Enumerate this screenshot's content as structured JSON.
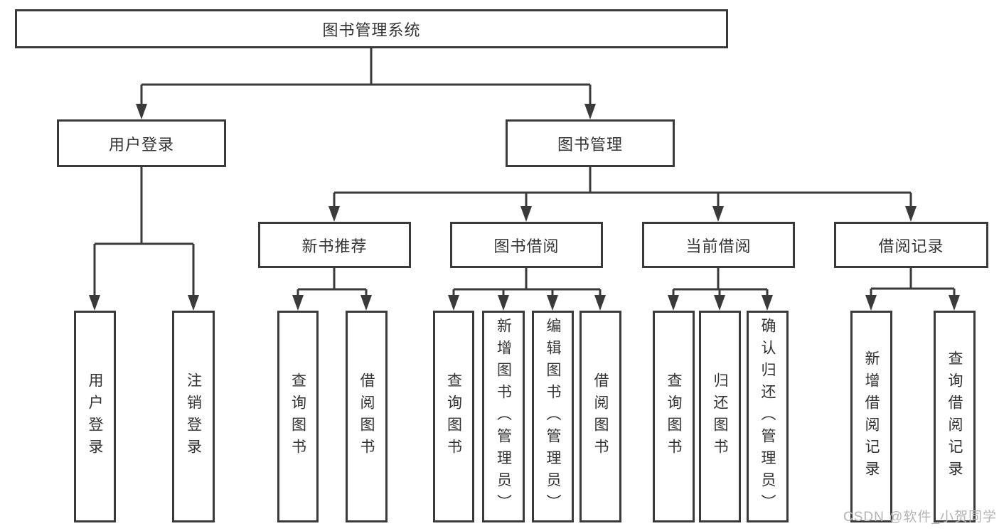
{
  "diagram": {
    "root": {
      "label": "图书管理系统"
    },
    "level2": [
      {
        "label": "用户登录"
      },
      {
        "label": "图书管理"
      }
    ],
    "level3": [
      {
        "label": "新书推荐"
      },
      {
        "label": "图书借阅"
      },
      {
        "label": "当前借阅"
      },
      {
        "label": "借阅记录"
      }
    ],
    "level4": [
      {
        "label": "用户登录"
      },
      {
        "label": "注销登录"
      },
      {
        "label": "查询图书"
      },
      {
        "label": "借阅图书"
      },
      {
        "label": "查询图书"
      },
      {
        "label": "新增图书（管理员）"
      },
      {
        "label": "编辑图书（管理员）"
      },
      {
        "label": "借阅图书"
      },
      {
        "label": "查询图书"
      },
      {
        "label": "归还图书"
      },
      {
        "label": "确认归还（管理员）"
      },
      {
        "label": "新增借阅记录"
      },
      {
        "label": "查询借阅记录"
      }
    ]
  },
  "watermark": {
    "text": "CSDN @软件_小贺同学"
  },
  "colors": {
    "line": "#3a3a3a",
    "text": "#333333",
    "background": "#ffffff",
    "watermark": "#b4b4b4"
  }
}
